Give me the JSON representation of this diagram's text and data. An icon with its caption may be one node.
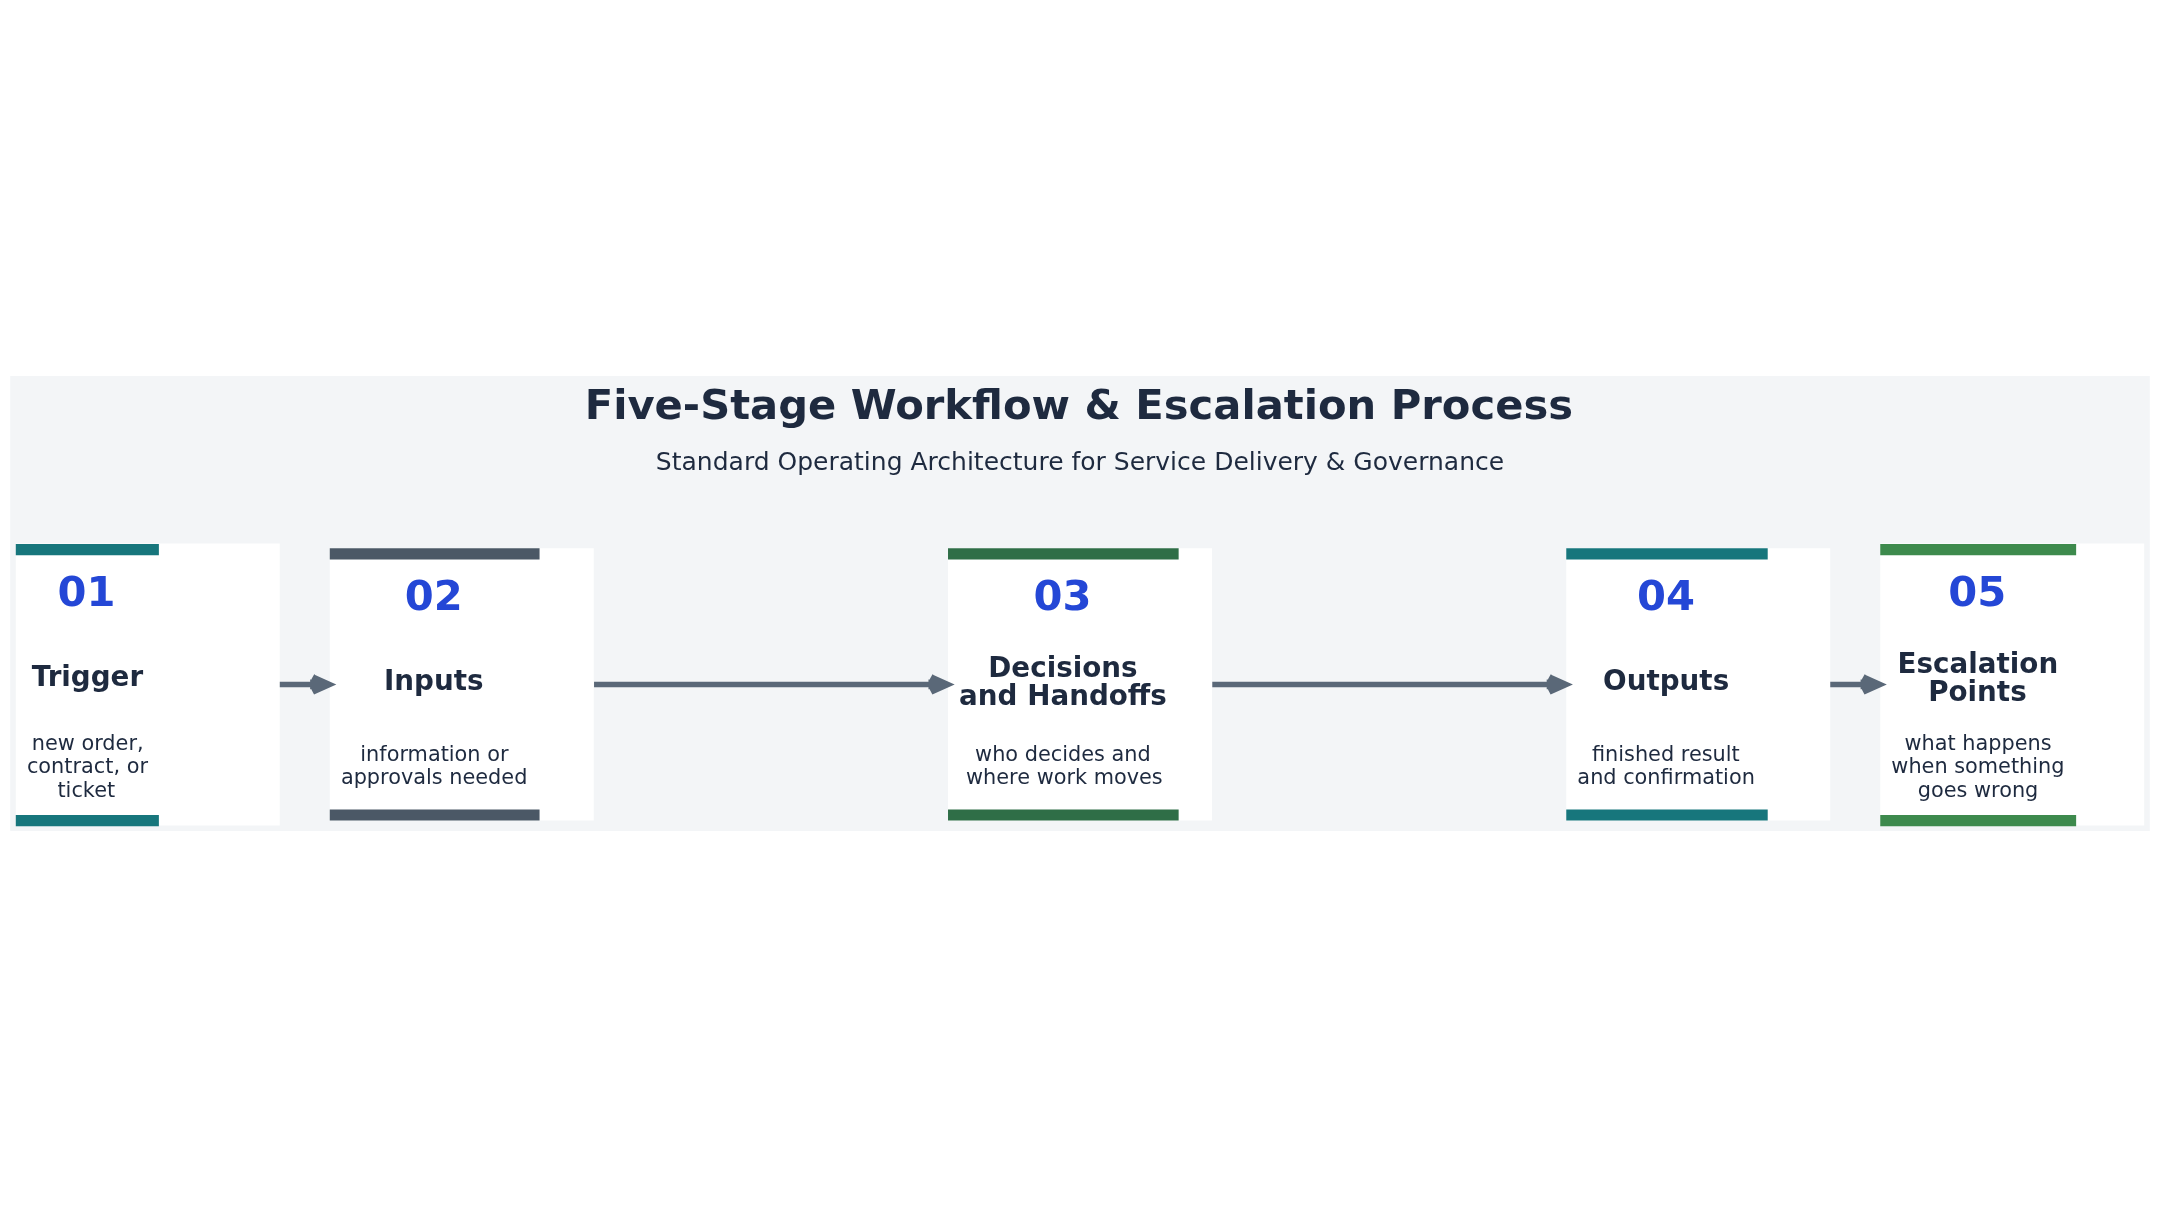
{
  "diagram": {
    "title": "Five-Stage Workflow & Escalation Process",
    "nodes": [
      {
        "text": [
          "01",
          "Trigger",
          "new order, contract, or ticket"
        ]
      },
      {
        "text": [
          "02",
          "Inputs",
          "information or approvals needed"
        ]
      },
      {
        "text": [
          "03",
          "Decisions and Handoffs",
          "who decides and where work moves"
        ]
      },
      {
        "text": [
          "04",
          "Outputs",
          "finished result and confirmation"
        ]
      },
      {
        "text": [
          "05",
          "Escalation Points",
          "what happens when something goes wrong"
        ]
      }
    ],
    "edges": [
      {
        "from": 0,
        "to": 1,
        "arrow": "to"
      },
      {
        "from": 1,
        "to": 2,
        "arrow": "to"
      },
      {
        "from": 2,
        "to": 3,
        "arrow": "to"
      },
      {
        "from": 3,
        "to": 4,
        "arrow": "to"
      }
    ],
    "labels": [
      "Standard Operating Architecture for Service Delivery & Governance"
    ]
  }
}
